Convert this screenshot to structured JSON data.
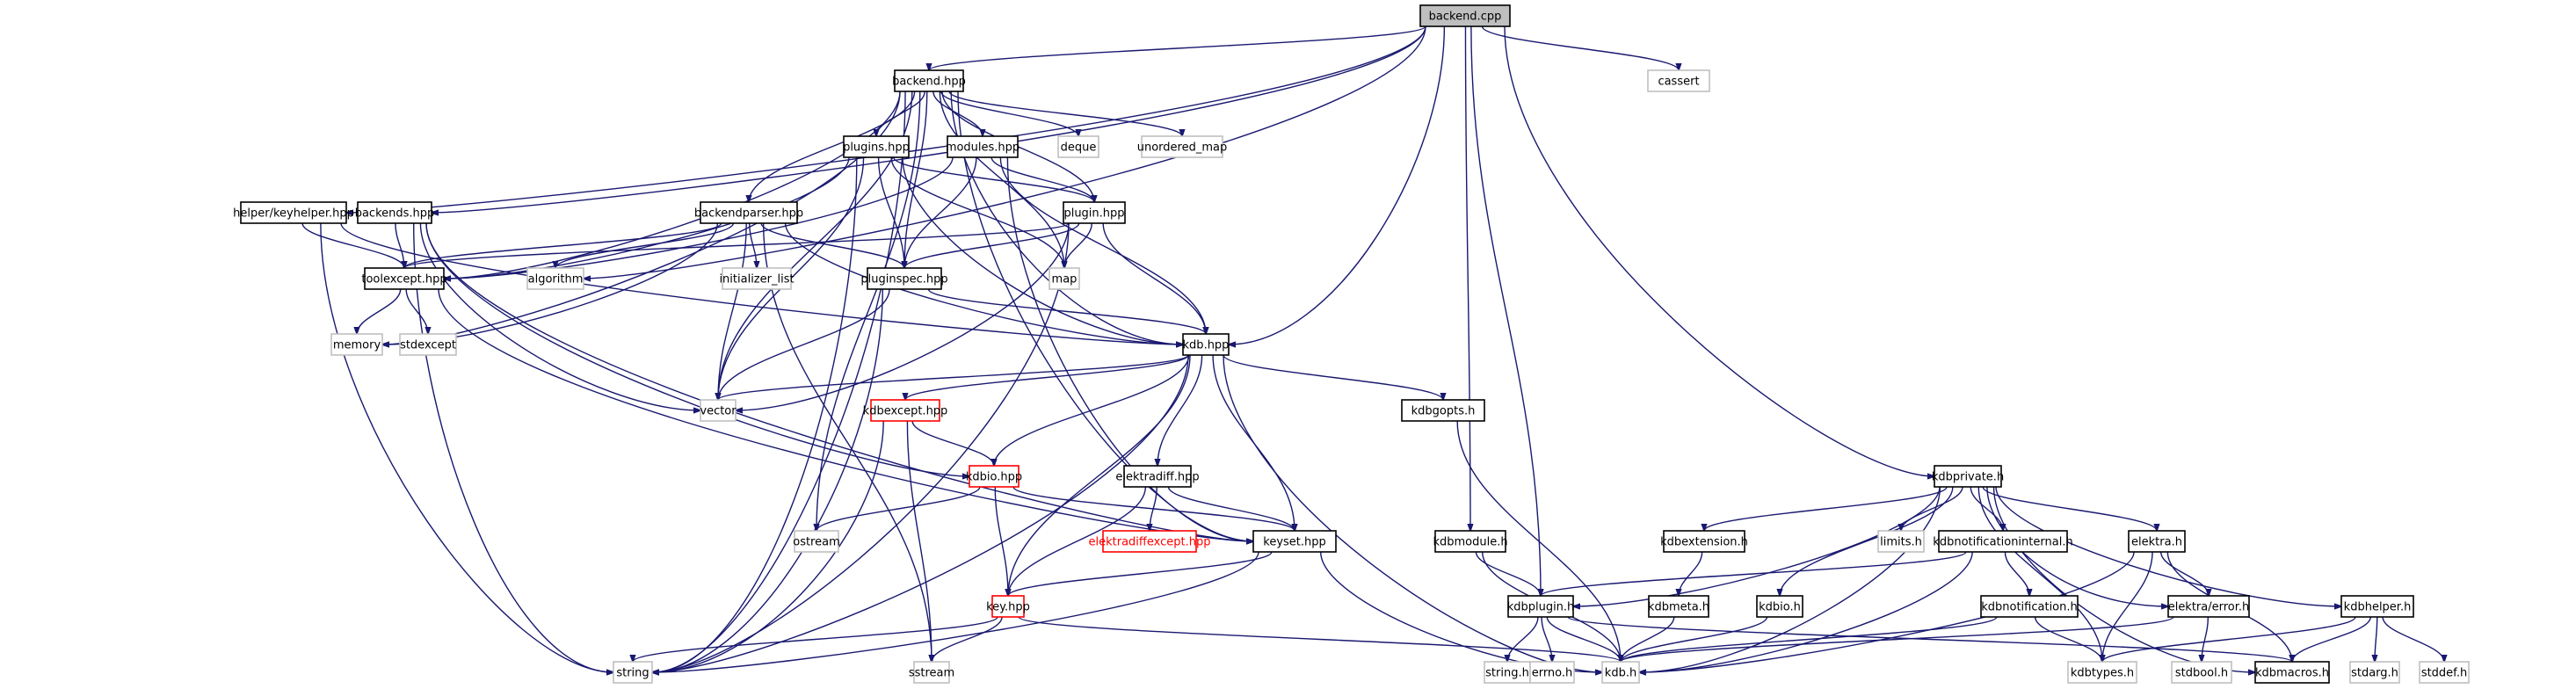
{
  "title": "backend.cpp include dependency graph",
  "colors": {
    "edge": "#191970",
    "root_fill": "#bfbfbf",
    "local_border": "#000000",
    "system_border": "#bfbfbf",
    "undocumented_border": "#ff0000",
    "red_label": "#ff0000"
  },
  "nodes": [
    {
      "id": "backend_cpp",
      "label": "backend.cpp",
      "kind": "root"
    },
    {
      "id": "cassert",
      "label": "cassert",
      "kind": "sys"
    },
    {
      "id": "backend_hpp",
      "label": "backend.hpp",
      "kind": "local"
    },
    {
      "id": "plugins_hpp",
      "label": "plugins.hpp",
      "kind": "local"
    },
    {
      "id": "modules_hpp",
      "label": "modules.hpp",
      "kind": "local"
    },
    {
      "id": "deque",
      "label": "deque",
      "kind": "sys"
    },
    {
      "id": "unordered_map",
      "label": "unordered_map",
      "kind": "sys"
    },
    {
      "id": "keyhelper_hpp",
      "label": "helper/keyhelper.hpp",
      "kind": "local"
    },
    {
      "id": "backends_hpp",
      "label": "backends.hpp",
      "kind": "local"
    },
    {
      "id": "backendparser_hpp",
      "label": "backendparser.hpp",
      "kind": "local"
    },
    {
      "id": "plugin_hpp",
      "label": "plugin.hpp",
      "kind": "local"
    },
    {
      "id": "toolexcept_hpp",
      "label": "toolexcept.hpp",
      "kind": "local"
    },
    {
      "id": "algorithm",
      "label": "algorithm",
      "kind": "sys"
    },
    {
      "id": "initializer_list",
      "label": "initializer_list",
      "kind": "sys"
    },
    {
      "id": "pluginspec_hpp",
      "label": "pluginspec.hpp",
      "kind": "local"
    },
    {
      "id": "map",
      "label": "map",
      "kind": "sys"
    },
    {
      "id": "memory",
      "label": "memory",
      "kind": "sys"
    },
    {
      "id": "stdexcept",
      "label": "stdexcept",
      "kind": "sys"
    },
    {
      "id": "kdb_hpp",
      "label": "kdb.hpp",
      "kind": "local"
    },
    {
      "id": "vector",
      "label": "vector",
      "kind": "sys"
    },
    {
      "id": "kdbexcept_hpp",
      "label": "kdbexcept.hpp",
      "kind": "undoc"
    },
    {
      "id": "kdbgopts_h",
      "label": "kdbgopts.h",
      "kind": "local"
    },
    {
      "id": "kdbio_hpp",
      "label": "kdbio.hpp",
      "kind": "undoc"
    },
    {
      "id": "elektradiff_hpp",
      "label": "elektradiff.hpp",
      "kind": "local"
    },
    {
      "id": "ostream",
      "label": "ostream",
      "kind": "sys"
    },
    {
      "id": "elektradiffexcept_hpp",
      "label": "elektradiffexcept.hpp",
      "kind": "undoc",
      "red_label": true
    },
    {
      "id": "keyset_hpp",
      "label": "keyset.hpp",
      "kind": "local"
    },
    {
      "id": "key_hpp",
      "label": "key.hpp",
      "kind": "undoc"
    },
    {
      "id": "string",
      "label": "string",
      "kind": "sys"
    },
    {
      "id": "sstream",
      "label": "sstream",
      "kind": "sys"
    },
    {
      "id": "kdbprivate_h",
      "label": "kdbprivate.h",
      "kind": "local"
    },
    {
      "id": "kdbmodule_h",
      "label": "kdbmodule.h",
      "kind": "local"
    },
    {
      "id": "kdbextension_h",
      "label": "kdbextension.h",
      "kind": "local"
    },
    {
      "id": "limits_h",
      "label": "limits.h",
      "kind": "sys"
    },
    {
      "id": "kdbnotificationinternal_h",
      "label": "kdbnotificationinternal.h",
      "kind": "local"
    },
    {
      "id": "elektra_h",
      "label": "elektra.h",
      "kind": "local"
    },
    {
      "id": "kdbplugin_h",
      "label": "kdbplugin.h",
      "kind": "local"
    },
    {
      "id": "kdbmeta_h",
      "label": "kdbmeta.h",
      "kind": "local"
    },
    {
      "id": "kdbio_h",
      "label": "kdbio.h",
      "kind": "local"
    },
    {
      "id": "kdbnotification_h",
      "label": "kdbnotification.h",
      "kind": "local"
    },
    {
      "id": "elektra_error_h",
      "label": "elektra/error.h",
      "kind": "local"
    },
    {
      "id": "kdbhelper_h",
      "label": "kdbhelper.h",
      "kind": "local"
    },
    {
      "id": "string_h",
      "label": "string.h",
      "kind": "sys"
    },
    {
      "id": "errno_h",
      "label": "errno.h",
      "kind": "sys"
    },
    {
      "id": "kdb_h",
      "label": "kdb.h",
      "kind": "sys"
    },
    {
      "id": "kdbtypes_h",
      "label": "kdbtypes.h",
      "kind": "sys"
    },
    {
      "id": "stdbool_h",
      "label": "stdbool.h",
      "kind": "sys"
    },
    {
      "id": "kdbmacros_h",
      "label": "kdbmacros.h",
      "kind": "local"
    },
    {
      "id": "stdarg_h",
      "label": "stdarg.h",
      "kind": "sys"
    },
    {
      "id": "stddef_h",
      "label": "stddef.h",
      "kind": "sys"
    }
  ],
  "edges": [
    [
      "backend_cpp",
      "backend_hpp"
    ],
    [
      "backend_cpp",
      "cassert"
    ],
    [
      "backend_cpp",
      "keyhelper_hpp"
    ],
    [
      "backend_cpp",
      "backends_hpp"
    ],
    [
      "backend_cpp",
      "kdb_hpp"
    ],
    [
      "backend_cpp",
      "kdbmodule_h"
    ],
    [
      "backend_cpp",
      "kdbplugin_h"
    ],
    [
      "backend_cpp",
      "kdbprivate_h"
    ],
    [
      "backend_cpp",
      "algorithm"
    ],
    [
      "backend_hpp",
      "plugins_hpp"
    ],
    [
      "backend_hpp",
      "modules_hpp"
    ],
    [
      "backend_hpp",
      "deque"
    ],
    [
      "backend_hpp",
      "unordered_map"
    ],
    [
      "backend_hpp",
      "backendparser_hpp"
    ],
    [
      "backend_hpp",
      "plugin_hpp"
    ],
    [
      "backend_hpp",
      "pluginspec_hpp"
    ],
    [
      "backend_hpp",
      "toolexcept_hpp"
    ],
    [
      "backend_hpp",
      "kdb_hpp"
    ],
    [
      "backend_hpp",
      "keyset_hpp"
    ],
    [
      "backend_hpp",
      "memory"
    ],
    [
      "backend_hpp",
      "ostream"
    ],
    [
      "backend_hpp",
      "string"
    ],
    [
      "backend_hpp",
      "vector"
    ],
    [
      "backend_hpp",
      "map"
    ],
    [
      "plugins_hpp",
      "plugin_hpp"
    ],
    [
      "plugins_hpp",
      "toolexcept_hpp"
    ],
    [
      "plugins_hpp",
      "pluginspec_hpp"
    ],
    [
      "plugins_hpp",
      "vector"
    ],
    [
      "plugins_hpp",
      "map"
    ],
    [
      "plugins_hpp",
      "kdb_hpp"
    ],
    [
      "plugins_hpp",
      "string"
    ],
    [
      "modules_hpp",
      "plugin_hpp"
    ],
    [
      "modules_hpp",
      "pluginspec_hpp"
    ],
    [
      "modules_hpp",
      "toolexcept_hpp"
    ],
    [
      "modules_hpp",
      "keyset_hpp"
    ],
    [
      "modules_hpp",
      "kdb_hpp"
    ],
    [
      "keyhelper_hpp",
      "toolexcept_hpp"
    ],
    [
      "keyhelper_hpp",
      "kdb_hpp"
    ],
    [
      "keyhelper_hpp",
      "string"
    ],
    [
      "backends_hpp",
      "toolexcept_hpp"
    ],
    [
      "backends_hpp",
      "keyset_hpp"
    ],
    [
      "backends_hpp",
      "vector"
    ],
    [
      "backends_hpp",
      "string"
    ],
    [
      "backends_hpp",
      "kdbio_hpp"
    ],
    [
      "backendparser_hpp",
      "toolexcept_hpp"
    ],
    [
      "backendparser_hpp",
      "algorithm"
    ],
    [
      "backendparser_hpp",
      "initializer_list"
    ],
    [
      "backendparser_hpp",
      "pluginspec_hpp"
    ],
    [
      "backendparser_hpp",
      "kdb_hpp"
    ],
    [
      "backendparser_hpp",
      "memory"
    ],
    [
      "backendparser_hpp",
      "vector"
    ],
    [
      "backendparser_hpp",
      "sstream"
    ],
    [
      "plugin_hpp",
      "pluginspec_hpp"
    ],
    [
      "plugin_hpp",
      "map"
    ],
    [
      "plugin_hpp",
      "kdb_hpp"
    ],
    [
      "plugin_hpp",
      "toolexcept_hpp"
    ],
    [
      "plugin_hpp",
      "vector"
    ],
    [
      "plugin_hpp",
      "string"
    ],
    [
      "toolexcept_hpp",
      "memory"
    ],
    [
      "toolexcept_hpp",
      "stdexcept"
    ],
    [
      "toolexcept_hpp",
      "keyset_hpp"
    ],
    [
      "pluginspec_hpp",
      "kdb_hpp"
    ],
    [
      "pluginspec_hpp",
      "vector"
    ],
    [
      "pluginspec_hpp",
      "string"
    ],
    [
      "kdb_hpp",
      "vector"
    ],
    [
      "kdb_hpp",
      "kdbexcept_hpp"
    ],
    [
      "kdb_hpp",
      "kdbio_hpp"
    ],
    [
      "kdb_hpp",
      "kdbgopts_h"
    ],
    [
      "kdb_hpp",
      "elektradiff_hpp"
    ],
    [
      "kdb_hpp",
      "keyset_hpp"
    ],
    [
      "kdb_hpp",
      "key_hpp"
    ],
    [
      "kdb_hpp",
      "string"
    ],
    [
      "kdb_hpp",
      "kdb_h"
    ],
    [
      "kdbexcept_hpp",
      "kdbio_hpp"
    ],
    [
      "kdbexcept_hpp",
      "string"
    ],
    [
      "kdbexcept_hpp",
      "sstream"
    ],
    [
      "kdbgopts_h",
      "kdb_h"
    ],
    [
      "kdbio_hpp",
      "ostream"
    ],
    [
      "kdbio_hpp",
      "keyset_hpp"
    ],
    [
      "kdbio_hpp",
      "key_hpp"
    ],
    [
      "elektradiff_hpp",
      "elektradiffexcept_hpp"
    ],
    [
      "elektradiff_hpp",
      "keyset_hpp"
    ],
    [
      "elektradiff_hpp",
      "key_hpp"
    ],
    [
      "keyset_hpp",
      "key_hpp"
    ],
    [
      "keyset_hpp",
      "string"
    ],
    [
      "keyset_hpp",
      "kdb_h"
    ],
    [
      "key_hpp",
      "string"
    ],
    [
      "key_hpp",
      "sstream"
    ],
    [
      "key_hpp",
      "kdb_h"
    ],
    [
      "kdbprivate_h",
      "kdbplugin_h"
    ],
    [
      "kdbprivate_h",
      "kdbextension_h"
    ],
    [
      "kdbprivate_h",
      "kdbio_h"
    ],
    [
      "kdbprivate_h",
      "limits_h"
    ],
    [
      "kdbprivate_h",
      "kdbnotificationinternal_h"
    ],
    [
      "kdbprivate_h",
      "elektra_h"
    ],
    [
      "kdbprivate_h",
      "elektra_error_h"
    ],
    [
      "kdbprivate_h",
      "kdbhelper_h"
    ],
    [
      "kdbprivate_h",
      "kdbtypes_h"
    ],
    [
      "kdbprivate_h",
      "kdbmacros_h"
    ],
    [
      "kdbprivate_h",
      "kdb_h"
    ],
    [
      "kdbmodule_h",
      "kdbplugin_h"
    ],
    [
      "kdbmodule_h",
      "kdb_h"
    ],
    [
      "kdbextension_h",
      "kdbmeta_h"
    ],
    [
      "kdbnotificationinternal_h",
      "kdbplugin_h"
    ],
    [
      "kdbnotificationinternal_h",
      "kdbnotification_h"
    ],
    [
      "kdbnotificationinternal_h",
      "kdb_h"
    ],
    [
      "elektra_h",
      "elektra_error_h"
    ],
    [
      "elektra_h",
      "kdbtypes_h"
    ],
    [
      "elektra_h",
      "kdb_h"
    ],
    [
      "elektra_h",
      "kdbmacros_h"
    ],
    [
      "kdbplugin_h",
      "string_h"
    ],
    [
      "kdbplugin_h",
      "errno_h"
    ],
    [
      "kdbplugin_h",
      "kdb_h"
    ],
    [
      "kdbplugin_h",
      "kdbmacros_h"
    ],
    [
      "kdbmeta_h",
      "kdb_h"
    ],
    [
      "kdbio_h",
      "kdb_h"
    ],
    [
      "kdbnotification_h",
      "kdbtypes_h"
    ],
    [
      "kdbnotification_h",
      "kdb_h"
    ],
    [
      "elektra_error_h",
      "stdbool_h"
    ],
    [
      "elektra_error_h",
      "kdb_h"
    ],
    [
      "kdbhelper_h",
      "kdbmacros_h"
    ],
    [
      "kdbhelper_h",
      "stdarg_h"
    ],
    [
      "kdbhelper_h",
      "stddef_h"
    ],
    [
      "kdbhelper_h",
      "kdbtypes_h"
    ]
  ]
}
